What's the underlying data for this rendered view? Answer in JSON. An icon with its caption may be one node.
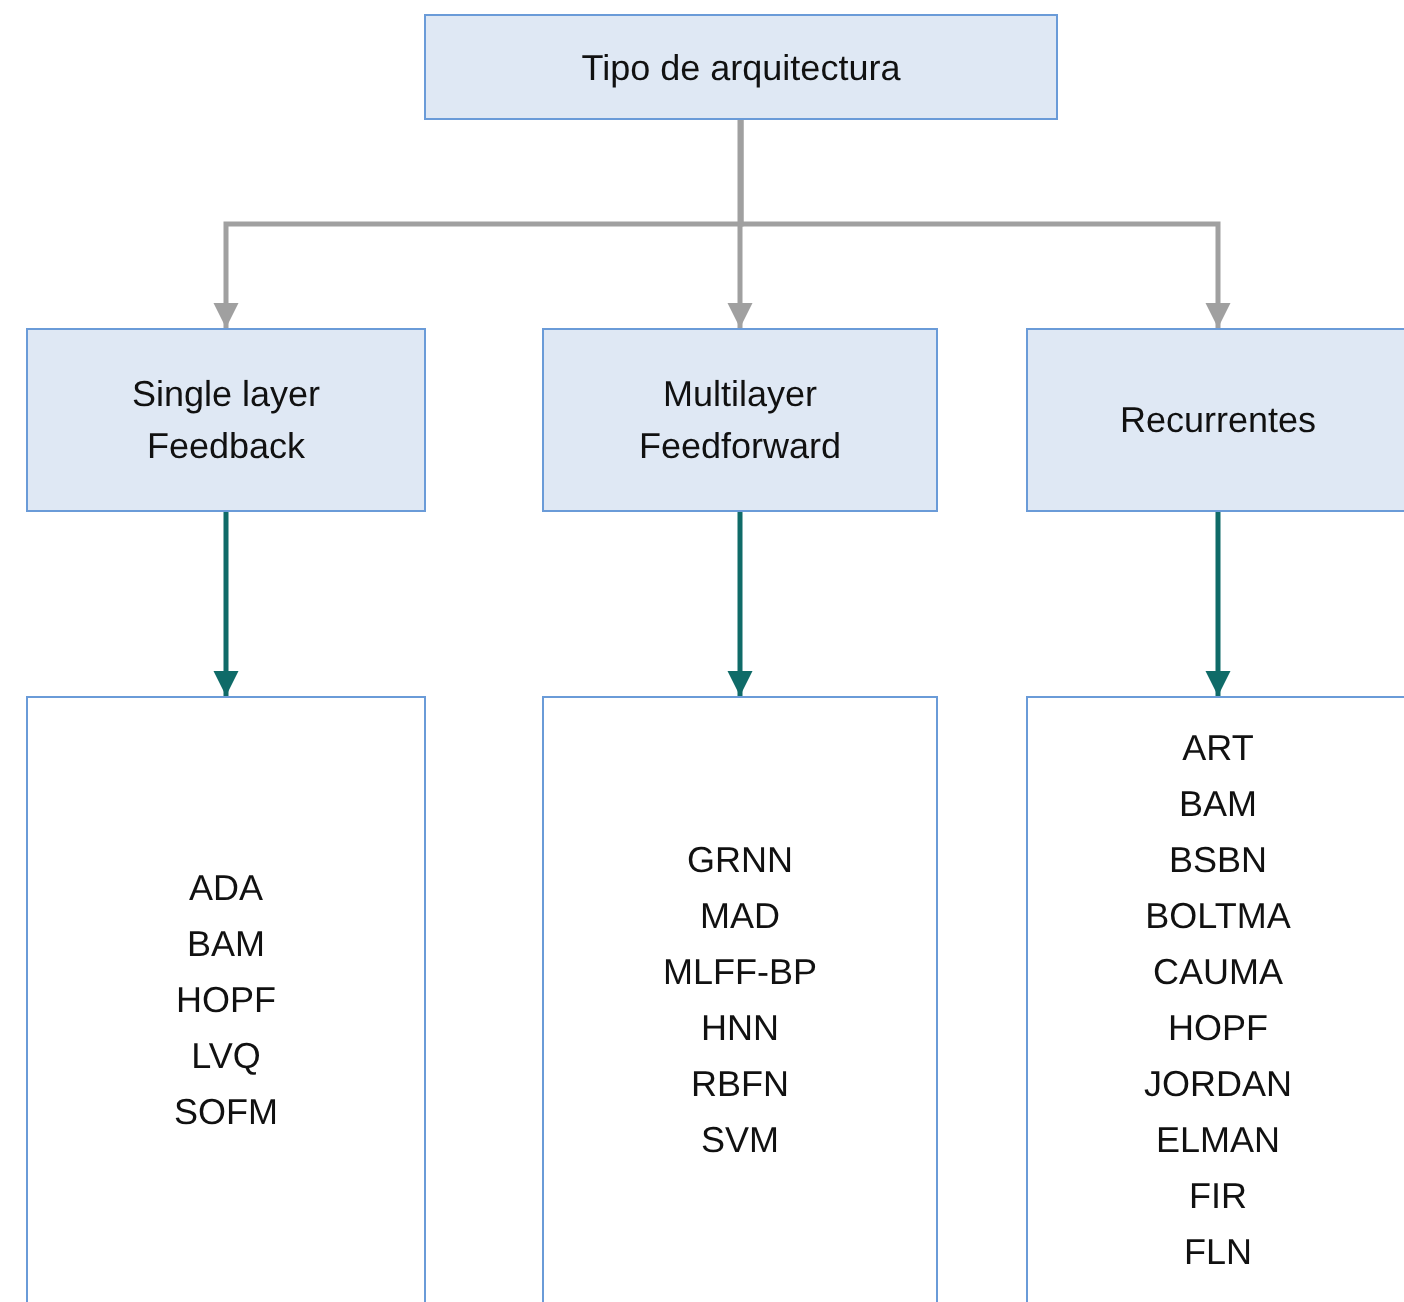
{
  "diagram": {
    "nodes": [
      {
        "text": [
          "Tipo de arquitectura"
        ]
      },
      {
        "text": [
          "Single layer Feedback"
        ]
      },
      {
        "text": [
          "Multilayer Feedforward"
        ]
      },
      {
        "text": [
          "Recurrentes"
        ]
      },
      {
        "text": [
          "ADA",
          "BAM",
          "HOPF",
          "LVQ",
          "SOFM"
        ]
      },
      {
        "text": [
          "GRNN",
          "MAD",
          "MLFF-BP",
          "HNN",
          "RBFN",
          "SVM"
        ]
      },
      {
        "text": [
          "ART",
          "BAM",
          "BSBN",
          "BOLTMA",
          "CAUMA",
          "HOPF",
          "JORDAN",
          "ELMAN",
          "FIR",
          "FLN"
        ]
      }
    ],
    "edges": [
      {
        "from": 0,
        "to": 1,
        "arrow": "to",
        "color": "#a0a0a0"
      },
      {
        "from": 0,
        "to": 2,
        "arrow": "to",
        "color": "#a0a0a0"
      },
      {
        "from": 0,
        "to": 3,
        "arrow": "to",
        "color": "#a0a0a0"
      },
      {
        "from": 1,
        "to": 4,
        "arrow": "to",
        "color": "#0f6b68"
      },
      {
        "from": 2,
        "to": 5,
        "arrow": "to",
        "color": "#0f6b68"
      },
      {
        "from": 3,
        "to": 6,
        "arrow": "to",
        "color": "#0f6b68"
      }
    ]
  }
}
